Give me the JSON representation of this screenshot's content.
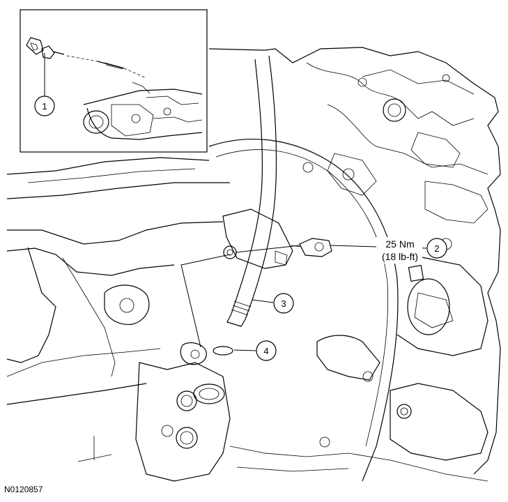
{
  "figure_id": "N0120857",
  "callouts": [
    {
      "number": "1"
    },
    {
      "number": "2"
    },
    {
      "number": "3"
    },
    {
      "number": "4"
    }
  ],
  "torque_spec": {
    "metric": "25 Nm",
    "imperial": "(18 lb-ft)"
  },
  "colors": {
    "line": "#000000",
    "background": "#ffffff"
  }
}
